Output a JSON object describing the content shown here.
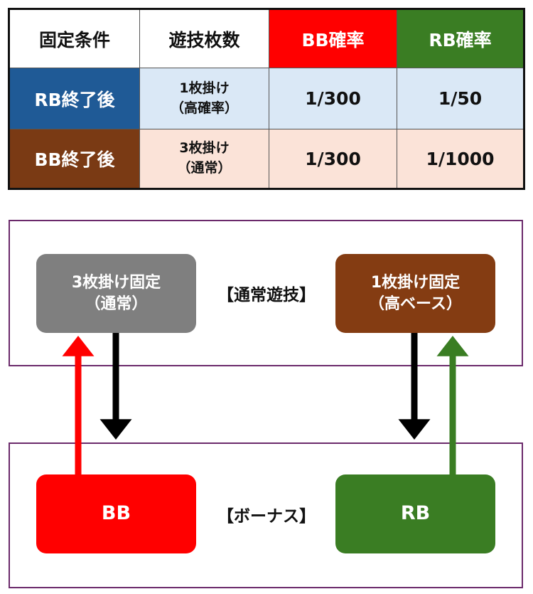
{
  "table": {
    "headers": [
      "固定条件",
      "遊技枚数",
      "BB確率",
      "RB確率"
    ],
    "rows": [
      {
        "condition": "RB終了後",
        "count_line1": "1枚掛け",
        "count_line2": "（高確率）",
        "bb": "1/300",
        "rb": "1/50"
      },
      {
        "condition": "BB終了後",
        "count_line1": "3枚掛け",
        "count_line2": "（通常）",
        "bb": "1/300",
        "rb": "1/1000"
      }
    ],
    "colors": {
      "bb_header": "#ff0000",
      "rb_header": "#3a7d23",
      "rb_after": "#1f5a96",
      "bb_after": "#7a3a14",
      "row1_bg": "#dae8f6",
      "row2_bg": "#fbe3d8"
    }
  },
  "diagram": {
    "normal_label": "【通常遊技】",
    "bonus_label": "【ボーナス】",
    "left_top": {
      "line1": "3枚掛け固定",
      "line2": "（通常）",
      "color": "#7f7f7f"
    },
    "right_top": {
      "line1": "1枚掛け固定",
      "line2": "（高ベース）",
      "color": "#843c12"
    },
    "bb": {
      "label": "BB",
      "color": "#ff0000"
    },
    "rb": {
      "label": "RB",
      "color": "#3a7d23"
    },
    "frame_color": "#6b2a6b"
  }
}
